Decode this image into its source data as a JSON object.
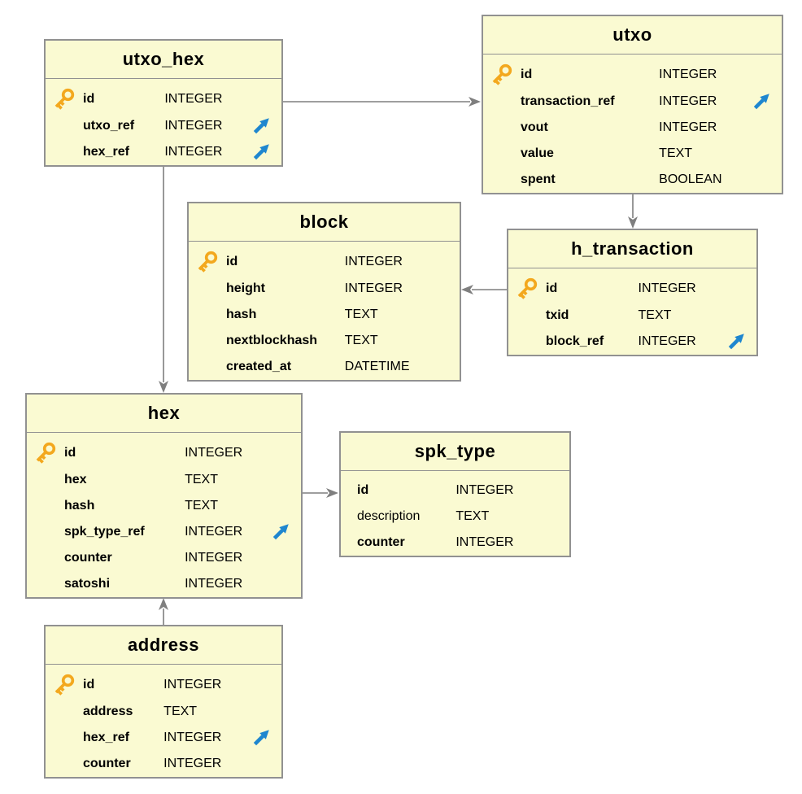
{
  "colors": {
    "table_fill": "#fafad2",
    "table_border": "#919191",
    "connector_gray": "#7f7f7f",
    "primary_key_gold": "#f3a81e",
    "foreign_key_blue": "#1e86cf",
    "text": "#000000"
  },
  "tables": [
    {
      "name": "utxo_hex",
      "fields": [
        {
          "name": "id",
          "type": "INTEGER",
          "pk": true,
          "fk": false
        },
        {
          "name": "utxo_ref",
          "type": "INTEGER",
          "pk": false,
          "fk": true
        },
        {
          "name": "hex_ref",
          "type": "INTEGER",
          "pk": false,
          "fk": true
        }
      ]
    },
    {
      "name": "utxo",
      "fields": [
        {
          "name": "id",
          "type": "INTEGER",
          "pk": true,
          "fk": false
        },
        {
          "name": "transaction_ref",
          "type": "INTEGER",
          "pk": false,
          "fk": true
        },
        {
          "name": "vout",
          "type": "INTEGER",
          "pk": false,
          "fk": false
        },
        {
          "name": "value",
          "type": "TEXT",
          "pk": false,
          "fk": false
        },
        {
          "name": "spent",
          "type": "BOOLEAN",
          "pk": false,
          "fk": false
        }
      ]
    },
    {
      "name": "block",
      "fields": [
        {
          "name": "id",
          "type": "INTEGER",
          "pk": true,
          "fk": false
        },
        {
          "name": "height",
          "type": "INTEGER",
          "pk": false,
          "fk": false
        },
        {
          "name": "hash",
          "type": "TEXT",
          "pk": false,
          "fk": false
        },
        {
          "name": "nextblockhash",
          "type": "TEXT",
          "pk": false,
          "fk": false
        },
        {
          "name": "created_at",
          "type": "DATETIME",
          "pk": false,
          "fk": false
        }
      ]
    },
    {
      "name": "h_transaction",
      "fields": [
        {
          "name": "id",
          "type": "INTEGER",
          "pk": true,
          "fk": false
        },
        {
          "name": "txid",
          "type": "TEXT",
          "pk": false,
          "fk": false
        },
        {
          "name": "block_ref",
          "type": "INTEGER",
          "pk": false,
          "fk": true
        }
      ]
    },
    {
      "name": "hex",
      "fields": [
        {
          "name": "id",
          "type": "INTEGER",
          "pk": true,
          "fk": false
        },
        {
          "name": "hex",
          "type": "TEXT",
          "pk": false,
          "fk": false
        },
        {
          "name": "hash",
          "type": "TEXT",
          "pk": false,
          "fk": false
        },
        {
          "name": "spk_type_ref",
          "type": "INTEGER",
          "pk": false,
          "fk": true
        },
        {
          "name": "counter",
          "type": "INTEGER",
          "pk": false,
          "fk": false
        },
        {
          "name": "satoshi",
          "type": "INTEGER",
          "pk": false,
          "fk": false
        }
      ]
    },
    {
      "name": "spk_type",
      "fields": [
        {
          "name": "id",
          "type": "INTEGER",
          "pk": false,
          "fk": false,
          "bold": true
        },
        {
          "name": "description",
          "type": "TEXT",
          "pk": false,
          "fk": false,
          "bold": false
        },
        {
          "name": "counter",
          "type": "INTEGER",
          "pk": false,
          "fk": false,
          "bold": true
        }
      ]
    },
    {
      "name": "address",
      "fields": [
        {
          "name": "id",
          "type": "INTEGER",
          "pk": true,
          "fk": false
        },
        {
          "name": "address",
          "type": "TEXT",
          "pk": false,
          "fk": false
        },
        {
          "name": "hex_ref",
          "type": "INTEGER",
          "pk": false,
          "fk": true
        },
        {
          "name": "counter",
          "type": "INTEGER",
          "pk": false,
          "fk": false
        }
      ]
    }
  ],
  "relationships": [
    {
      "from": "utxo_hex",
      "to": "utxo"
    },
    {
      "from": "utxo",
      "to": "h_transaction"
    },
    {
      "from": "h_transaction",
      "to": "block"
    },
    {
      "from": "utxo_hex",
      "to": "hex"
    },
    {
      "from": "hex",
      "to": "spk_type"
    },
    {
      "from": "address",
      "to": "hex"
    }
  ]
}
